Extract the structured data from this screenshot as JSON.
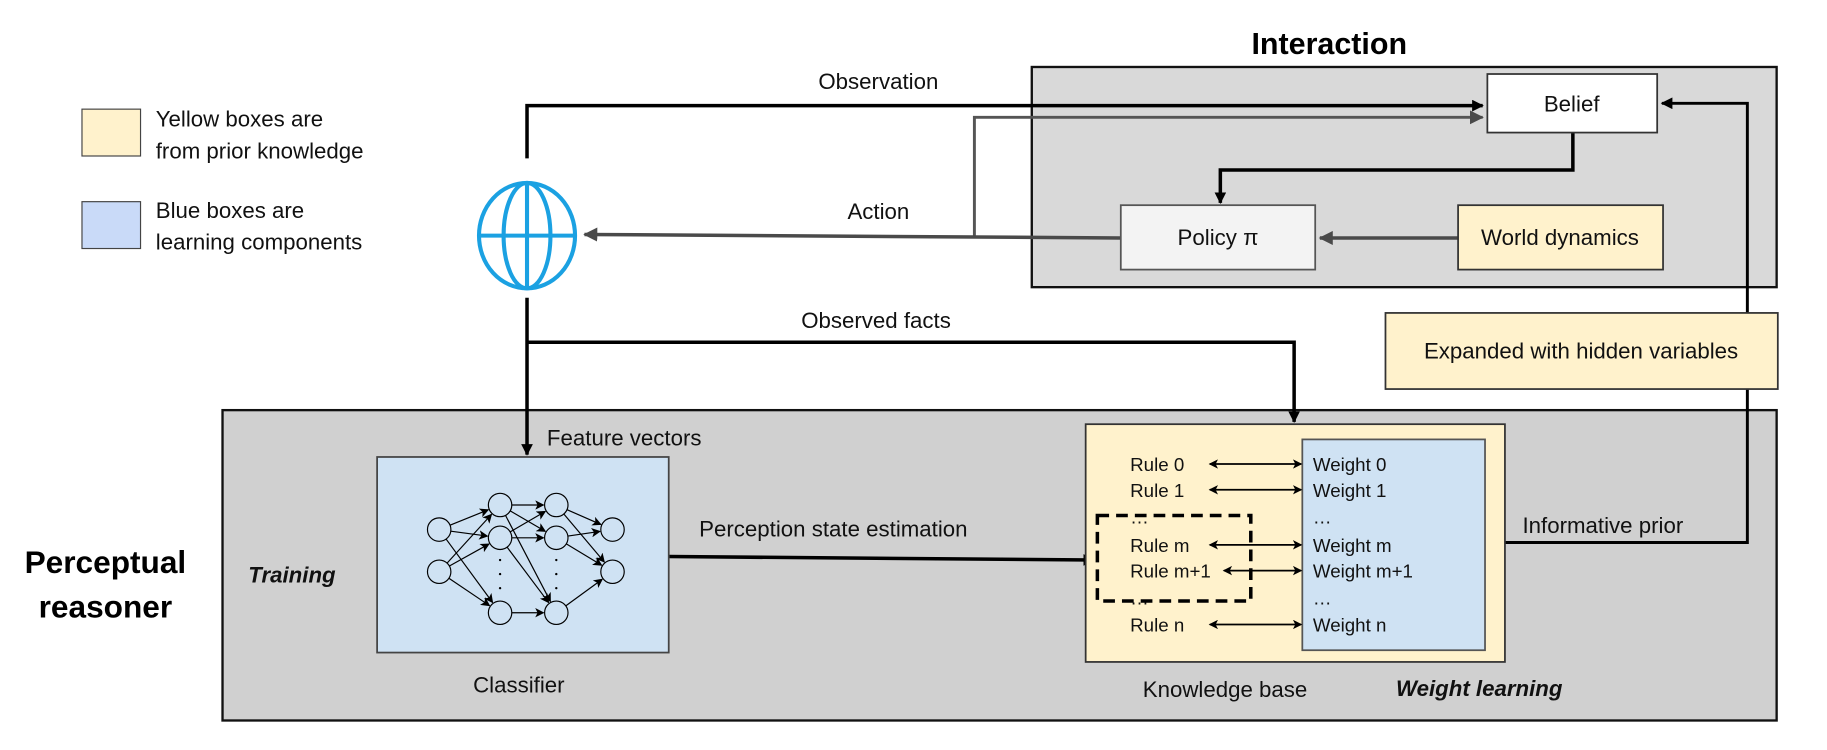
{
  "legend": {
    "yellow": {
      "line1": "Yellow boxes are",
      "line2": "from prior knowledge",
      "color": "#fff2cc"
    },
    "blue": {
      "line1": "Blue boxes are",
      "line2": "learning components",
      "color": "#cfe2f3"
    }
  },
  "interaction": {
    "title": "Interaction",
    "belief": "Belief",
    "policy": "Policy π",
    "world_dynamics": "World dynamics"
  },
  "expanded": "Expanded with hidden variables",
  "edges": {
    "observation": "Observation",
    "action": "Action",
    "observed_facts": "Observed facts",
    "feature_vectors": "Feature vectors",
    "perception": "Perception state estimation",
    "informative_prior": "Informative prior"
  },
  "perceptual": {
    "title_line1": "Perceptual",
    "title_line2": "reasoner",
    "training": "Training",
    "classifier": "Classifier",
    "knowledge_base": "Knowledge base",
    "weight_learning": "Weight learning",
    "rules": [
      "Rule 0",
      "Rule 1",
      "…",
      "Rule m",
      "Rule m+1",
      "…",
      "Rule n"
    ],
    "weights": [
      "Weight 0",
      "Weight 1",
      "…",
      "Weight m",
      "Weight m+1",
      "…",
      "Weight n"
    ]
  },
  "colors": {
    "globe": "#1ba1e2",
    "panel": "#d9d9d9",
    "yellow": "#fff2cc",
    "blue": "#cfe2f3"
  }
}
